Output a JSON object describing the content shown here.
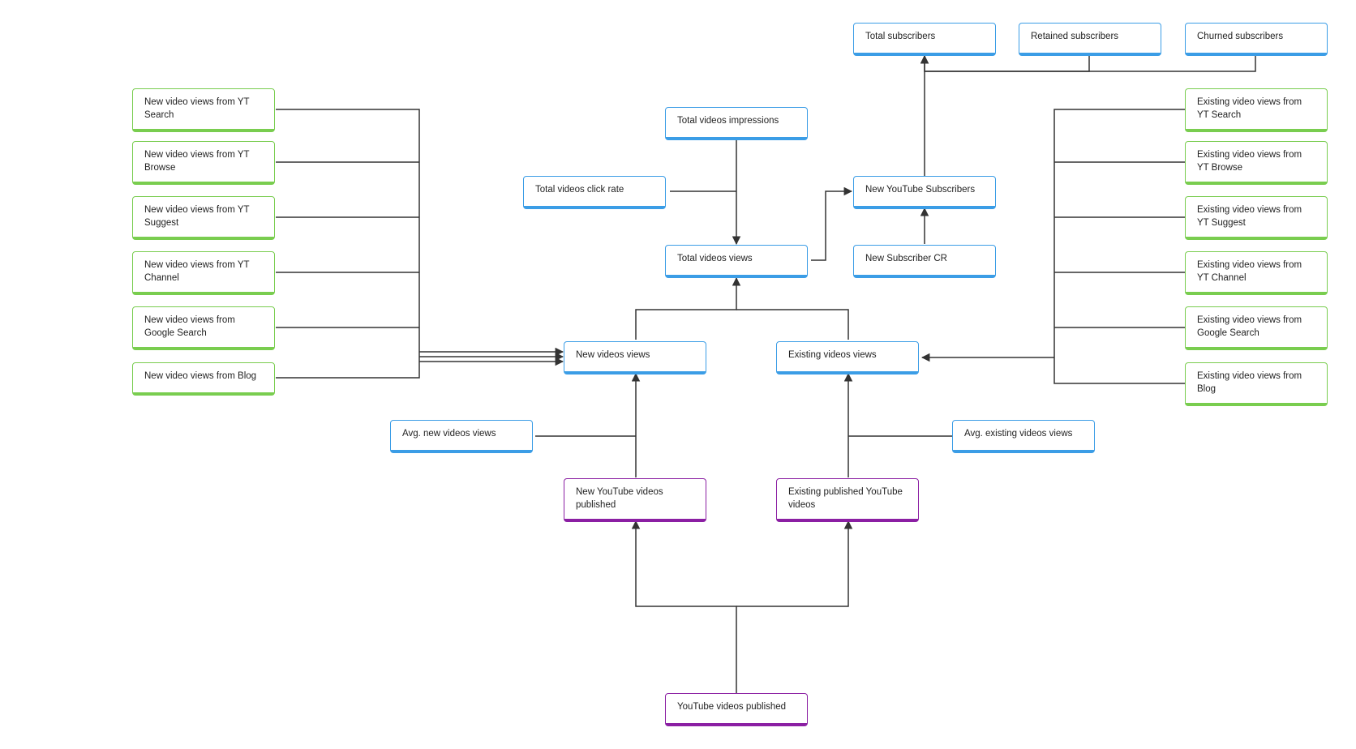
{
  "colors": {
    "metric": "#3b9de6",
    "source": "#79cd4f",
    "publish": "#8b1fa3",
    "connector": "#333333"
  },
  "nodes": {
    "total_subscribers": "Total subscribers",
    "retained_subscribers": "Retained subscribers",
    "churned_subscribers": "Churned subscribers",
    "total_videos_impressions": "Total videos impressions",
    "total_videos_click_rate": "Total videos click rate",
    "new_youtube_subscribers": "New YouTube Subscribers",
    "total_videos_views": "Total videos views",
    "new_subscriber_cr": "New Subscriber CR",
    "new_videos_views": "New videos views",
    "existing_videos_views": "Existing videos views",
    "avg_new_videos_views": "Avg. new videos views",
    "avg_existing_videos_views": "Avg. existing videos views",
    "new_youtube_videos_published": "New YouTube videos published",
    "existing_published_youtube_videos": "Existing published YouTube videos",
    "youtube_videos_published": "YouTube videos published"
  },
  "new_sources": [
    "New video views from YT Search",
    "New video views from YT Browse",
    "New video views from YT Suggest",
    "New video views from YT Channel",
    "New video views from Google Search",
    "New video views from Blog"
  ],
  "existing_sources": [
    "Existing video views from YT Search",
    "Existing video views from YT Browse",
    "Existing video views from YT Suggest",
    "Existing video views from YT Channel",
    "Existing video views from Google Search",
    "Existing video views from Blog"
  ]
}
